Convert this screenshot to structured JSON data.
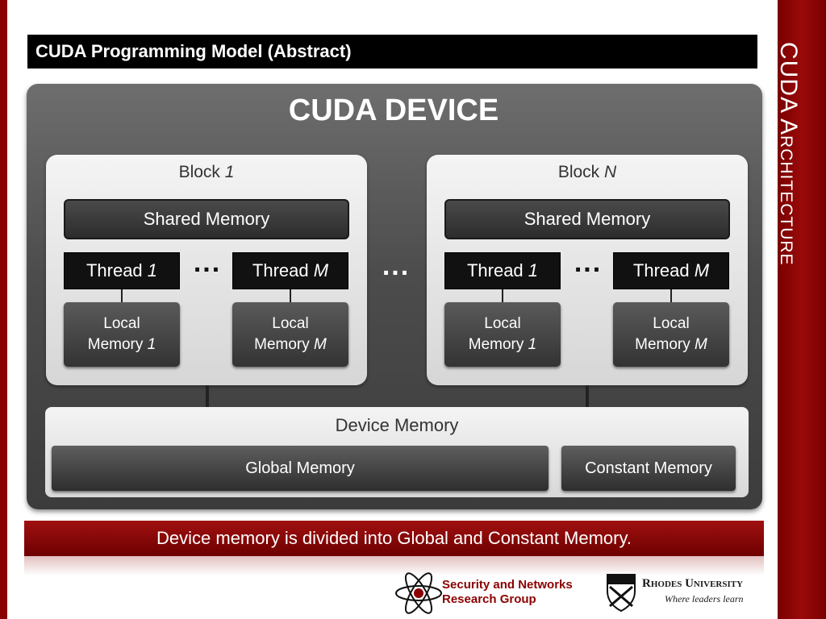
{
  "slide": {
    "title": "CUDA Programming Model (Abstract)",
    "side_title": "CUDA Architecture",
    "caption": "Device memory is divided into Global and Constant Memory."
  },
  "device": {
    "title": "CUDA DEVICE",
    "blocks": [
      {
        "label": "Block ",
        "label_var": "1",
        "shared_memory": "Shared Memory",
        "threads": [
          {
            "label": "Thread ",
            "var": "1",
            "local_line1": "Local",
            "local_line2": "Memory ",
            "local_var": "1"
          },
          {
            "label": "Thread ",
            "var": "M",
            "local_line1": "Local",
            "local_line2": "Memory ",
            "local_var": "M"
          }
        ],
        "ellipsis": "..."
      },
      {
        "label": "Block ",
        "label_var": "N",
        "shared_memory": "Shared Memory",
        "threads": [
          {
            "label": "Thread ",
            "var": "1",
            "local_line1": "Local",
            "local_line2": "Memory ",
            "local_var": "1"
          },
          {
            "label": "Thread ",
            "var": "M",
            "local_line1": "Local",
            "local_line2": "Memory ",
            "local_var": "M"
          }
        ],
        "ellipsis": "..."
      }
    ],
    "between_blocks_ellipsis": "...",
    "device_memory": {
      "label": "Device Memory",
      "global": "Global Memory",
      "constant": "Constant Memory"
    }
  },
  "footer": {
    "snrg_line1": "Security and Networks",
    "snrg_line2": "Research Group",
    "snrg_icon": "atom-icon",
    "rhodes_name": "Rhodes University",
    "rhodes_tagline": "Where leaders learn",
    "rhodes_icon": "shield-crest-icon"
  },
  "colors": {
    "accent_red": "#8b0000",
    "title_bar": "#000000",
    "device_bg": "#4c4c4c"
  }
}
